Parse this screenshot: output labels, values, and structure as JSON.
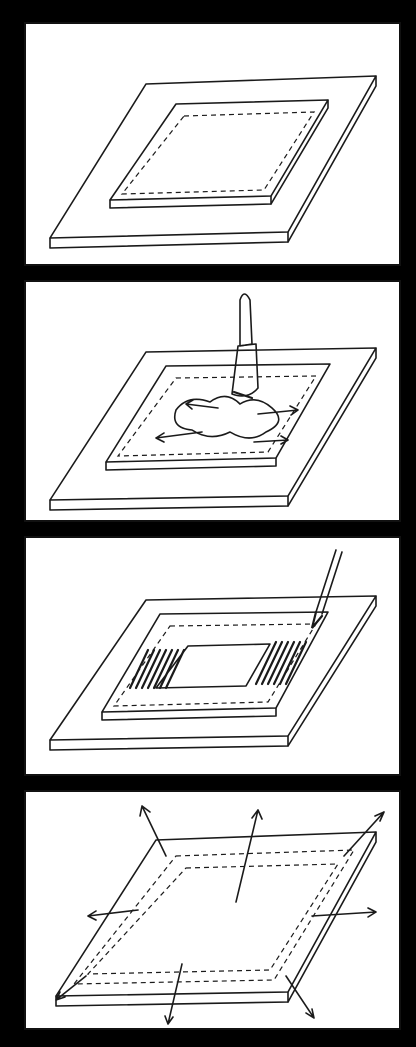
{
  "figure": {
    "panels": [
      {
        "step": "frame-on-board"
      },
      {
        "step": "brush-paste-on-paper"
      },
      {
        "step": "tape-edges-with-brush"
      },
      {
        "step": "paper-stretches-outward"
      }
    ]
  },
  "colors": {
    "background": "#000000",
    "panel": "#ffffff",
    "ink": "#1a1a1a"
  },
  "icons": [
    "paste-brush-icon",
    "pen-brush-icon",
    "stretch-arrow-icon"
  ]
}
